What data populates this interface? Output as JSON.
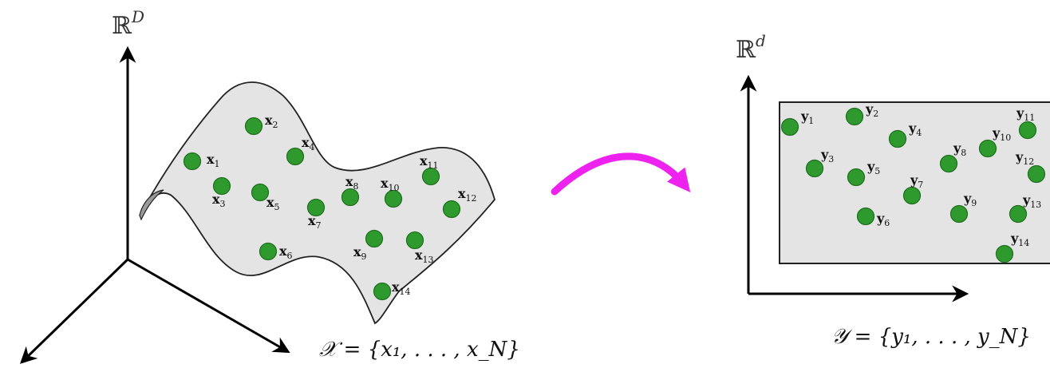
{
  "left": {
    "space_label": "ℝ",
    "space_sup": "D",
    "set_label": "𝒳 = {x₁, . . . , x_N}",
    "points": [
      {
        "base": "x",
        "sub": "1"
      },
      {
        "base": "x",
        "sub": "2"
      },
      {
        "base": "x",
        "sub": "3"
      },
      {
        "base": "x",
        "sub": "4"
      },
      {
        "base": "x",
        "sub": "5"
      },
      {
        "base": "x",
        "sub": "6"
      },
      {
        "base": "x",
        "sub": "7"
      },
      {
        "base": "x",
        "sub": "8"
      },
      {
        "base": "x",
        "sub": "9"
      },
      {
        "base": "x",
        "sub": "10"
      },
      {
        "base": "x",
        "sub": "11"
      },
      {
        "base": "x",
        "sub": "12"
      },
      {
        "base": "x",
        "sub": "13"
      },
      {
        "base": "x",
        "sub": "14"
      }
    ]
  },
  "right": {
    "space_label": "ℝ",
    "space_sup": "d",
    "set_label": "𝒴 = {y₁, . . . , y_N}",
    "points": [
      {
        "base": "y",
        "sub": "1"
      },
      {
        "base": "y",
        "sub": "2"
      },
      {
        "base": "y",
        "sub": "3"
      },
      {
        "base": "y",
        "sub": "4"
      },
      {
        "base": "y",
        "sub": "5"
      },
      {
        "base": "y",
        "sub": "6"
      },
      {
        "base": "y",
        "sub": "7"
      },
      {
        "base": "y",
        "sub": "8"
      },
      {
        "base": "y",
        "sub": "9"
      },
      {
        "base": "y",
        "sub": "10"
      },
      {
        "base": "y",
        "sub": "11"
      },
      {
        "base": "y",
        "sub": "12"
      },
      {
        "base": "y",
        "sub": "13"
      },
      {
        "base": "y",
        "sub": "14"
      }
    ]
  },
  "colors": {
    "point": "#2e9a2e",
    "point_stroke": "#1e6e1e",
    "surface": "#e4e4e4",
    "mapping_arrow": "#ee22ee",
    "axis": "#000000"
  }
}
